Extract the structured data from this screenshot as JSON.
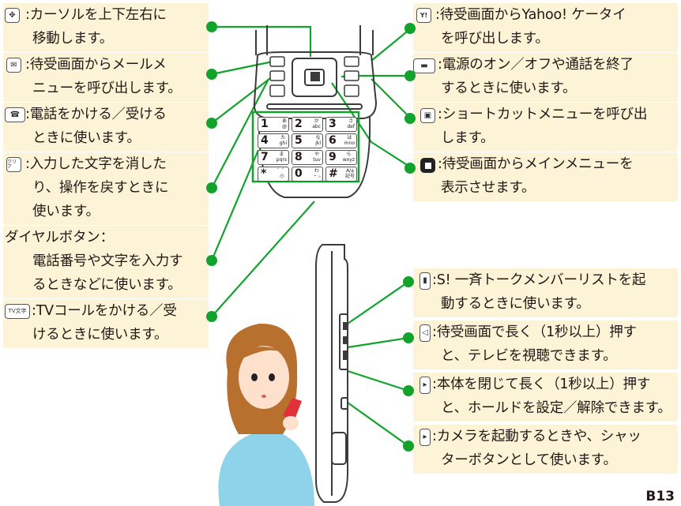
{
  "callouts": {
    "cursor": {
      "line1": ":カーソルを上下左右に",
      "line2": "移動します。"
    },
    "mail": {
      "line1": ":待受画面からメールメ",
      "line2": "ニューを呼び出します。"
    },
    "call": {
      "line1": ":電話をかける／受ける",
      "line2": "ときに使います。"
    },
    "clear": {
      "line1": ":入力した文字を消した",
      "line2": "り、操作を戻すときに",
      "line3": "使います。"
    },
    "dial": {
      "line1": "ダイヤルボタン：",
      "line2": "電話番号や文字を入力す",
      "line3": "るときなどに使います。"
    },
    "tv": {
      "line1": ":TVコールをかける／受",
      "line2": "けるときに使います。"
    },
    "yahoo": {
      "line1": ":待受画面からYahoo! ケータイ",
      "line2": "を呼び出します。"
    },
    "power": {
      "line1": ":電源のオン／オフや通話を終了",
      "line2": "するときに使います。"
    },
    "shortcut": {
      "line1": ":ショートカットメニューを呼び出",
      "line2": "します。"
    },
    "main": {
      "line1": ":待受画面からメインメニューを",
      "line2": "表示させます。"
    },
    "talk": {
      "line1": ":S! 一斉トークメンバーリストを起",
      "line2": "動するときに使います。"
    },
    "tvside": {
      "line1": ":待受画面で長く（1秒以上）押す",
      "line2": "と、テレビを視聴できます。"
    },
    "hold": {
      "line1": ":本体を閉じて長く（1秒以上）押す",
      "line2": "と、ホールドを設定／解除できます。"
    },
    "camera": {
      "line1": ":カメラを起動するときや、シャッ",
      "line2": "ターボタンとして使います。"
    }
  },
  "keypad": {
    "keys": [
      "1",
      "2",
      "3",
      "4",
      "5",
      "6",
      "7",
      "8",
      "9",
      "*",
      "0",
      "#"
    ],
    "subs": [
      "あ\n@",
      "か\nabc",
      "さ\ndef",
      "た\nghi",
      "な\njkl",
      "は\nmno",
      "ま\npqrs",
      "や\ntuv",
      "ら\nwxyz",
      "゛゜\n小",
      "わ\n・:-",
      "A/a\n記号"
    ]
  },
  "icons": {
    "cursor": "cursor-key-icon",
    "mail": "mail-key-icon",
    "call": "call-key-icon",
    "clear": "clear-key-icon",
    "tv": "tv-call-key-icon",
    "yahoo": "yahoo-key-icon",
    "power": "power-end-key-icon",
    "shortcut": "shortcut-key-icon",
    "main": "main-menu-key-icon",
    "talk": "side-talk-key-icon",
    "tvside": "side-tv-key-icon",
    "hold": "side-hold-key-icon",
    "camera": "side-camera-key-icon",
    "clear_glyph": "クリア",
    "tv_glyph": "TV文字",
    "yahoo_glyph": "Y!"
  },
  "colors": {
    "box": "#fdf3d6",
    "line": "#11a32b",
    "phone": "#3b3b3b"
  },
  "page_number": "B13"
}
